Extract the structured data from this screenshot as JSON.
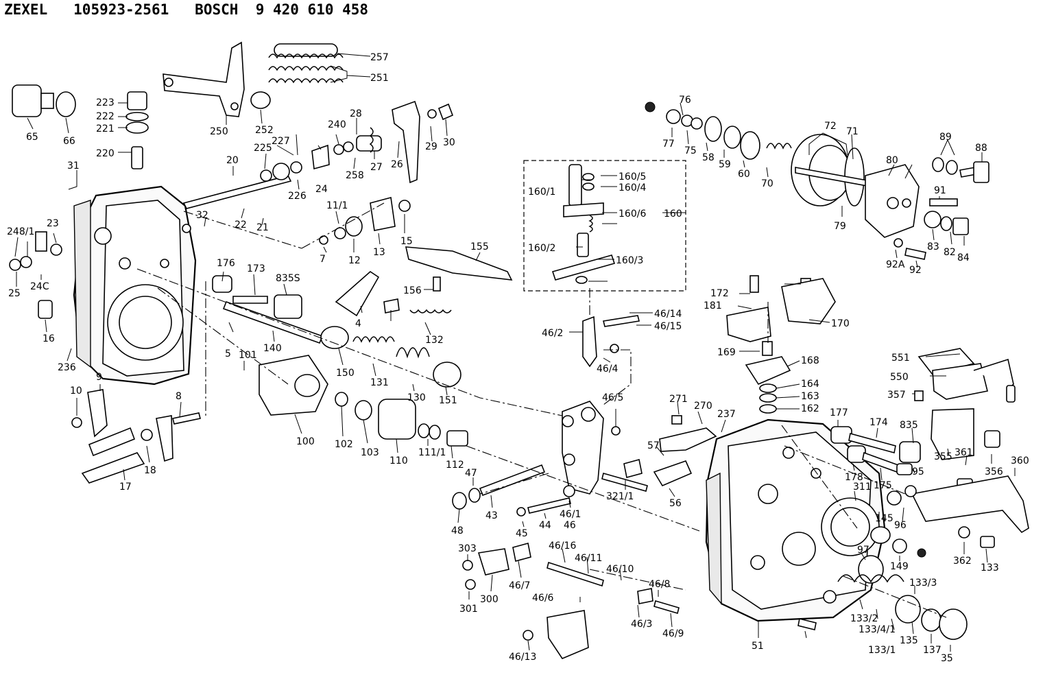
{
  "header": {
    "brand": "ZEXEL",
    "zexel_number": "105923-2561",
    "oem_brand": "BOSCH",
    "oem_number": "9 420 610 458"
  },
  "part_callouts": [
    "257",
    "251",
    "250",
    "252",
    "65",
    "66",
    "223",
    "222",
    "221",
    "220",
    "31",
    "32",
    "23",
    "248/1",
    "24C",
    "25",
    "16",
    "236",
    "240",
    "28",
    "29",
    "30",
    "258",
    "27",
    "26",
    "225",
    "227",
    "226",
    "24",
    "20",
    "22",
    "21",
    "11/1",
    "7",
    "12",
    "13",
    "15",
    "155",
    "156",
    "176",
    "173",
    "835S",
    "140",
    "5",
    "101",
    "4",
    "132",
    "150",
    "131",
    "130",
    "151",
    "100",
    "102",
    "103",
    "110",
    "111/1",
    "112",
    "47",
    "48",
    "43",
    "10",
    "9",
    "8",
    "18",
    "17",
    "160/5",
    "160/4",
    "160/1",
    "160/6",
    "160/2",
    "160/3",
    "160",
    "46/14",
    "46/15",
    "46/2",
    "46/4",
    "46/5",
    "46/1",
    "46",
    "45",
    "44",
    "321/1",
    "56",
    "57",
    "303",
    "300",
    "301",
    "46/7",
    "46/16",
    "46/11",
    "46/10",
    "46/6",
    "46/3",
    "46/13",
    "46/8",
    "46/9",
    "76",
    "77",
    "75",
    "58",
    "59",
    "60",
    "70",
    "72",
    "71",
    "79",
    "80",
    "89",
    "88",
    "91",
    "83",
    "82",
    "84",
    "92A",
    "92",
    "172",
    "181",
    "170",
    "169",
    "168",
    "164",
    "163",
    "162",
    "271",
    "270",
    "237",
    "177",
    "174",
    "835",
    "178",
    "175",
    "95",
    "311",
    "145",
    "97",
    "96",
    "149",
    "551",
    "550",
    "357",
    "355",
    "361",
    "356",
    "360",
    "362",
    "133",
    "133/3",
    "133/2",
    "133/4/1",
    "133/1",
    "135",
    "137",
    "35",
    "51"
  ]
}
